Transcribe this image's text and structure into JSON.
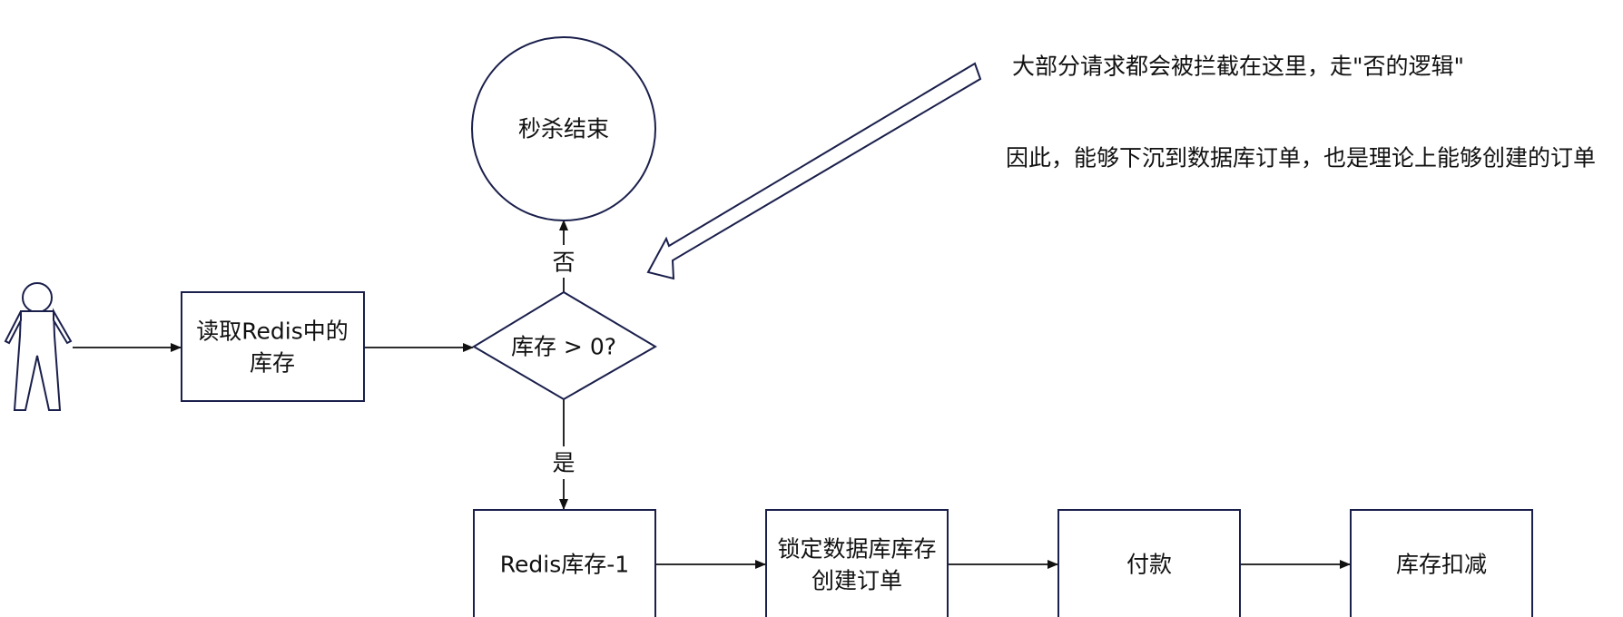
{
  "nodes": {
    "read_redis": {
      "line1": "读取Redis中的",
      "line2": "库存"
    },
    "decision": {
      "label": "库存 > 0?"
    },
    "end": {
      "label": "秒杀结束"
    },
    "redis_decrement": {
      "label": "Redis库存-1"
    },
    "lock_db": {
      "line1": "锁定数据库库存",
      "line2": "创建订单"
    },
    "payment": {
      "label": "付款"
    },
    "deduct_stock": {
      "label": "库存扣减"
    }
  },
  "edges": {
    "no_label": "否",
    "yes_label": "是"
  },
  "notes": {
    "line1": "大部分请求都会被拦截在这里，走\"否的逻辑\"",
    "line2": "因此，能够下沉到数据库订单，也是理论上能够创建的订单"
  },
  "colors": {
    "stroke": "#1a1f4b",
    "text": "#111111",
    "background": "#ffffff"
  }
}
